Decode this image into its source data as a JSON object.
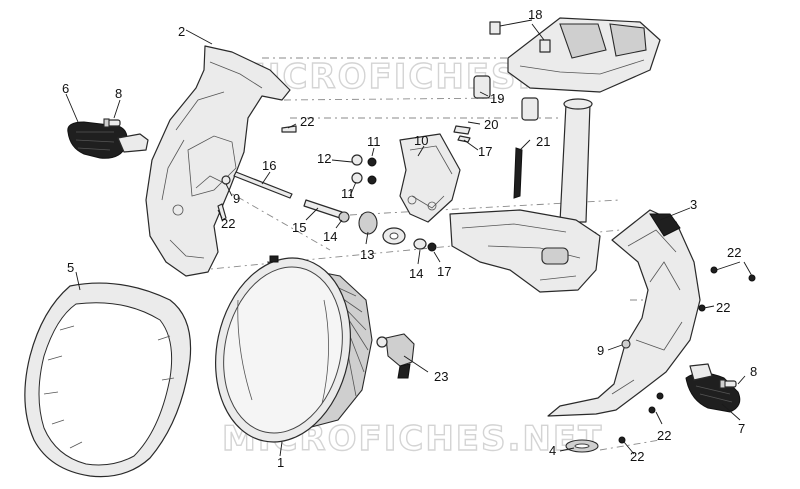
{
  "watermark": "MICROFICHES.NET",
  "callouts": [
    {
      "id": "c1",
      "text": "1"
    },
    {
      "id": "c2",
      "text": "2"
    },
    {
      "id": "c3",
      "text": "3"
    },
    {
      "id": "c4",
      "text": "4"
    },
    {
      "id": "c5",
      "text": "5"
    },
    {
      "id": "c6",
      "text": "6"
    },
    {
      "id": "c7",
      "text": "7"
    },
    {
      "id": "c8a",
      "text": "8"
    },
    {
      "id": "c8b",
      "text": "8"
    },
    {
      "id": "c9a",
      "text": "9"
    },
    {
      "id": "c9b",
      "text": "9"
    },
    {
      "id": "c10",
      "text": "10"
    },
    {
      "id": "c11a",
      "text": "11"
    },
    {
      "id": "c11b",
      "text": "11"
    },
    {
      "id": "c12",
      "text": "12"
    },
    {
      "id": "c13",
      "text": "13"
    },
    {
      "id": "c14a",
      "text": "14"
    },
    {
      "id": "c14b",
      "text": "14"
    },
    {
      "id": "c15",
      "text": "15"
    },
    {
      "id": "c16",
      "text": "16"
    },
    {
      "id": "c17a",
      "text": "17"
    },
    {
      "id": "c17b",
      "text": "17"
    },
    {
      "id": "c18",
      "text": "18"
    },
    {
      "id": "c19",
      "text": "19"
    },
    {
      "id": "c20",
      "text": "20"
    },
    {
      "id": "c21",
      "text": "21"
    },
    {
      "id": "c22a",
      "text": "22"
    },
    {
      "id": "c22b",
      "text": "22"
    },
    {
      "id": "c22c",
      "text": "22"
    },
    {
      "id": "c22d",
      "text": "22"
    },
    {
      "id": "c22e",
      "text": "22"
    },
    {
      "id": "c22f",
      "text": "22"
    },
    {
      "id": "c23",
      "text": "23"
    }
  ]
}
